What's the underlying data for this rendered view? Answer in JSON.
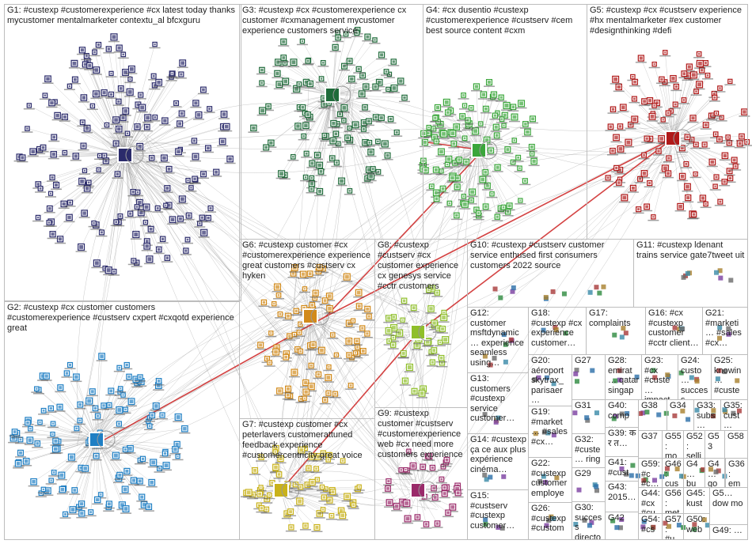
{
  "colors": {
    "G1": "#2b2b6b",
    "G2": "#1f7fc4",
    "G3": "#1f6b3a",
    "G4": "#3aa63a",
    "G5": "#b01919",
    "G6": "#d28a1a",
    "G7": "#c9b21a",
    "G8": "#8fbf2a",
    "G9": "#9a2a6a",
    "edge": "#9a9a9a",
    "highlight": "#cc2222"
  },
  "groups": [
    {
      "id": "G1",
      "label": "G1: #custexp #customerexperience #cx latest today thanks mycustomer mentalmarketer contextu_al bfcxguru"
    },
    {
      "id": "G2",
      "label": "G2: #custexp #cx customer customers #customerexperience #custserv cxpert #cxqotd experience great"
    },
    {
      "id": "G3",
      "label": "G3: #custexp #cx #customerexperience cx customer #cxmanagement mycustomer experience customers service"
    },
    {
      "id": "G4",
      "label": "G4: #cx dusentio #custexp #customerexperience #custserv #cem best source content #cxm"
    },
    {
      "id": "G5",
      "label": "G5: #custexp #cx #custserv experience #hx mentalmarketer #ex customer #designthinking #defi"
    },
    {
      "id": "G6",
      "label": "G6: #custexp customer #cx #customerexperience experience great customers #custserv cx hyken"
    },
    {
      "id": "G7",
      "label": "G7: #custexp customer #cx peterlavers customerattuned feedback experience #customercentricity great voice"
    },
    {
      "id": "G8",
      "label": "G8: #custexp #custserv #cx customer experience cx genesys service #cctr customers"
    },
    {
      "id": "G9",
      "label": "G9: #custexp customer #custserv #customerexperience web #cx need more customers experience"
    },
    {
      "id": "G10",
      "label": "G10: #custexp #custserv customer service enthused first consumers customers 2022 source"
    },
    {
      "id": "G11",
      "label": "G11: #custexp ldenant trains service gate7tweet uit"
    },
    {
      "id": "G12",
      "label": "G12: customer msftdynamic… experience seamless using…"
    },
    {
      "id": "G13",
      "label": "G13: customers #custexp service customer…"
    },
    {
      "id": "G14",
      "label": "G14: #custexp ça ce aux plus expérience cinéma…"
    },
    {
      "id": "G15",
      "label": "G15: #custserv #custexp customer…"
    },
    {
      "id": "G16",
      "label": "G16: #cx #custexp customer #cctr client…"
    },
    {
      "id": "G17",
      "label": "G17: complaints"
    },
    {
      "id": "G18",
      "label": "G18: #custexp #cx experience customer…"
    },
    {
      "id": "G19",
      "label": "G19: #market… #sales #cx…"
    },
    {
      "id": "G20",
      "label": "G20: aéroport skytrax_ parisaer…"
    },
    {
      "id": "G21",
      "label": "G21: #marketi… #sales #cx…"
    },
    {
      "id": "G22",
      "label": "G22: #custexp customer employe…"
    },
    {
      "id": "G23",
      "label": "G23: #cx #custe… impact…"
    },
    {
      "id": "G24",
      "label": "G24: custo… success custo…"
    },
    {
      "id": "G25",
      "label": "G25: knowin… #custe… value"
    },
    {
      "id": "G26",
      "label": "G26: #custexp #custom…"
    },
    {
      "id": "G27",
      "label": "G27"
    },
    {
      "id": "G28",
      "label": "G28: emirat… qatar singap…"
    },
    {
      "id": "G29",
      "label": "G29"
    },
    {
      "id": "G30",
      "label": "G30: success directo…"
    },
    {
      "id": "G31",
      "label": "G31"
    },
    {
      "id": "G32",
      "label": "G32: #custe… ring"
    },
    {
      "id": "G33",
      "label": "G33: subs… sam…"
    },
    {
      "id": "G34",
      "label": "G34"
    },
    {
      "id": "G35",
      "label": "G35: cust… emp…"
    },
    {
      "id": "G36",
      "label": "G36: em… #cu…"
    },
    {
      "id": "G37",
      "label": "G37"
    },
    {
      "id": "G38",
      "label": "G38"
    },
    {
      "id": "G39",
      "label": "G39: क र त…"
    },
    {
      "id": "G40",
      "label": "G40: comp…"
    },
    {
      "id": "G41",
      "label": "G41: #cust…"
    },
    {
      "id": "G42",
      "label": "G42"
    },
    {
      "id": "G43",
      "label": "G43: 2015…"
    },
    {
      "id": "G44",
      "label": "G44: #cx #cu…"
    },
    {
      "id": "G45",
      "label": "G45: kust…"
    },
    {
      "id": "G46",
      "label": "G46: cus…"
    },
    {
      "id": "G47",
      "label": "G4… bu…"
    },
    {
      "id": "G48",
      "label": "G4… go"
    },
    {
      "id": "G49",
      "label": "G49: …"
    },
    {
      "id": "G50",
      "label": "G50: web…"
    },
    {
      "id": "G51",
      "label": "G5… dow mo"
    },
    {
      "id": "G52",
      "label": "G52: selli…"
    },
    {
      "id": "G53",
      "label": "G53"
    },
    {
      "id": "G54",
      "label": "G54: #cs…"
    },
    {
      "id": "G55",
      "label": "G55: mo…"
    },
    {
      "id": "G56",
      "label": "G56: met…"
    },
    {
      "id": "G57",
      "label": "G57: #u…"
    },
    {
      "id": "G58",
      "label": "G58"
    },
    {
      "id": "G59",
      "label": "G59: #c #c…"
    }
  ]
}
